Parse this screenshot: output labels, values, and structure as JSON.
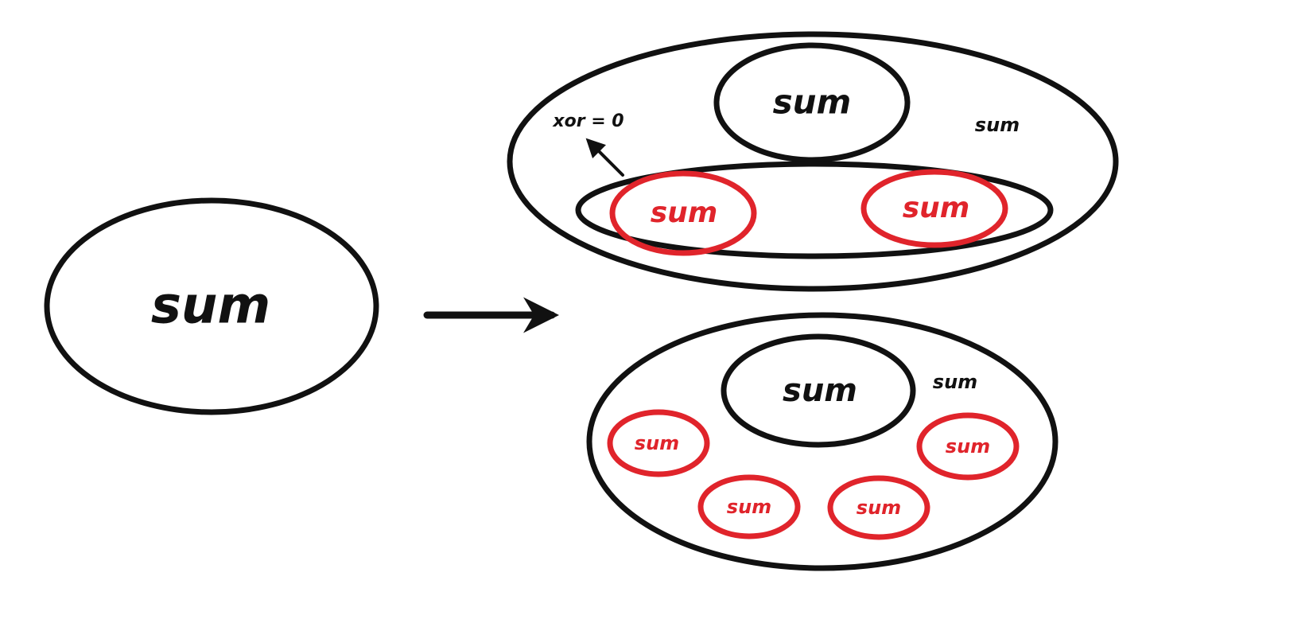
{
  "colors": {
    "ink": "#111111",
    "highlight": "#e0242b",
    "background": "#ffffff"
  },
  "left": {
    "label": "sum"
  },
  "top": {
    "outer_label": "sum",
    "center_label": "sum",
    "annotation": "xor = 0",
    "highlighted_labels": [
      "sum",
      "sum"
    ]
  },
  "bottom": {
    "outer_label": "sum",
    "center_label": "sum",
    "highlighted_labels": [
      "sum",
      "sum",
      "sum",
      "sum"
    ]
  },
  "icons": {
    "transform_arrow": "right-arrow-icon",
    "annotation_pointer": "pointer-arrow-icon"
  }
}
